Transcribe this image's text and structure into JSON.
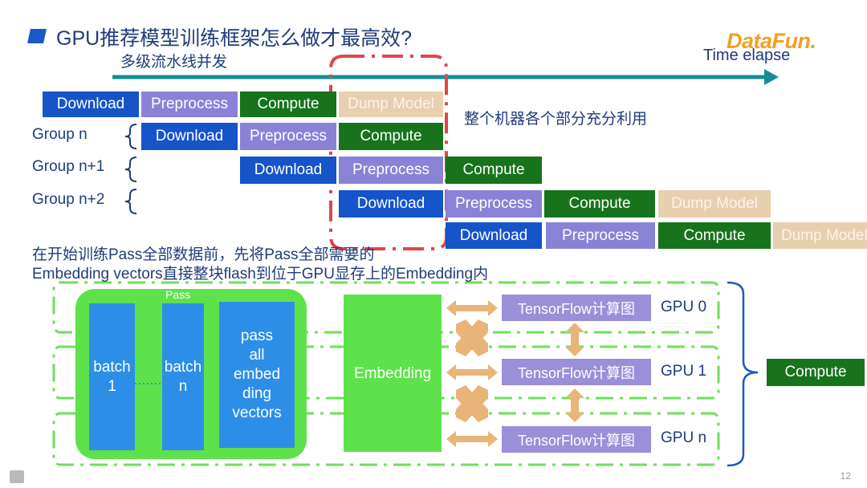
{
  "header": {
    "title": "GPU推荐模型训练框架怎么做才最高效?",
    "subtitle": "多级流水线并发",
    "logo": "DataFun.",
    "time_label": "Time elapse"
  },
  "pipeline": {
    "group_labels": [
      "Group n",
      "Group n+1",
      "Group n+2"
    ],
    "row0": [
      "Download",
      "Preprocess",
      "Compute",
      "Dump Model"
    ],
    "row1": [
      "Download",
      "Preprocess",
      "Compute"
    ],
    "row2": [
      "Download",
      "Preprocess",
      "Compute"
    ],
    "row3": [
      "Download",
      "Preprocess",
      "Compute",
      "Dump Model"
    ],
    "row4": [
      "Download",
      "Preprocess",
      "Compute",
      "Dump Model"
    ],
    "highlight_note": "整个机器各个部分充分利用"
  },
  "lower": {
    "note_line1": "在开始训练Pass全部数据前，先将Pass全部需要的",
    "note_line2": "Embedding vectors直接整块flash到位于GPU显存上的Embedding内",
    "pass_label": "Pass",
    "batch1_line1": "batch",
    "batch1_line2": "1",
    "batchn_line1": "batch",
    "batchn_line2": "n",
    "pass_all": [
      "pass",
      "all",
      "embed",
      "ding",
      "vectors"
    ],
    "embedding_label": "Embedding",
    "tf_labels": [
      "TensorFlow计算图",
      "TensorFlow计算图",
      "TensorFlow计算图"
    ],
    "gpu_labels": [
      "GPU 0",
      "GPU 1",
      "GPU n"
    ],
    "compute_label": "Compute"
  },
  "colors": {
    "download": "#1554c9",
    "preprocess": "#8a82d6",
    "compute": "#17731c",
    "dump_model": "#e8cfae",
    "arrow": "#138e96",
    "highlight": "#e0454b",
    "green_dash": "#6ee05a",
    "orange_arrow": "#e8b478"
  },
  "footer": {
    "page_number": "12"
  }
}
